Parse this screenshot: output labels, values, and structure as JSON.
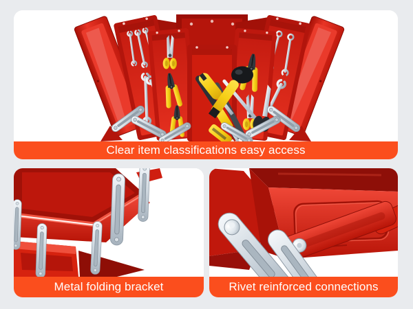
{
  "page": {
    "background_color": "#e9ebee"
  },
  "theme": {
    "card_color": "#ffffff",
    "banner_color": "#fb4e1d",
    "banner_text_color": "#ffffff",
    "toolbox_red": "#d6220f",
    "bracket_silver": "#ccd5dd",
    "tool_yellow": "#f6cf16"
  },
  "cards": [
    {
      "caption": "Clear item classifications easy access",
      "photo_subject": "opened cantilever toolbox filled with tools"
    },
    {
      "caption": "Metal folding bracket",
      "photo_subject": "chrome folding bracket bars on red trays"
    },
    {
      "caption": "Rivet reinforced connections",
      "photo_subject": "dome rivet joint between bracket arms"
    }
  ]
}
